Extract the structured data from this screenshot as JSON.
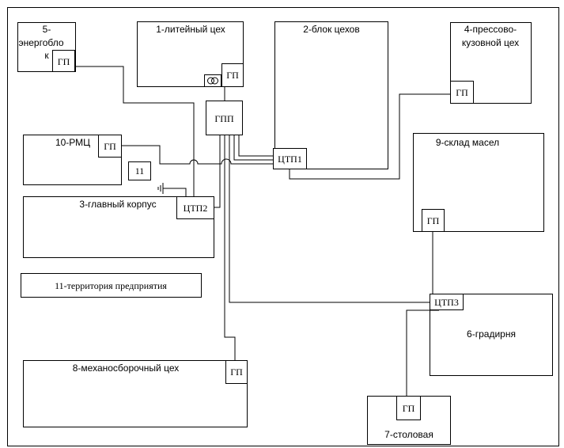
{
  "buildings": {
    "b1": "1-литейный цех",
    "b2": "2-блок цехов",
    "b3": "3-главный корпус",
    "b4_line1": "4-прессово-",
    "b4_line2": "кузовной цех",
    "b5_line1": "5-",
    "b5_line2": "энергобло",
    "b5_line3": "к",
    "b6": "6-градирня",
    "b7": "7-столовая",
    "b8": "8-механосборочный цех",
    "b9": "9-склад масел",
    "b10": "10-РМЦ",
    "b11": "11-территория предприятия",
    "b11_marker": "11"
  },
  "substations": {
    "gp": "ГП",
    "gpp": "ГПП",
    "ctp1": "ЦТП1",
    "ctp2": "ЦТП2",
    "ctp3": "ЦТП3"
  }
}
